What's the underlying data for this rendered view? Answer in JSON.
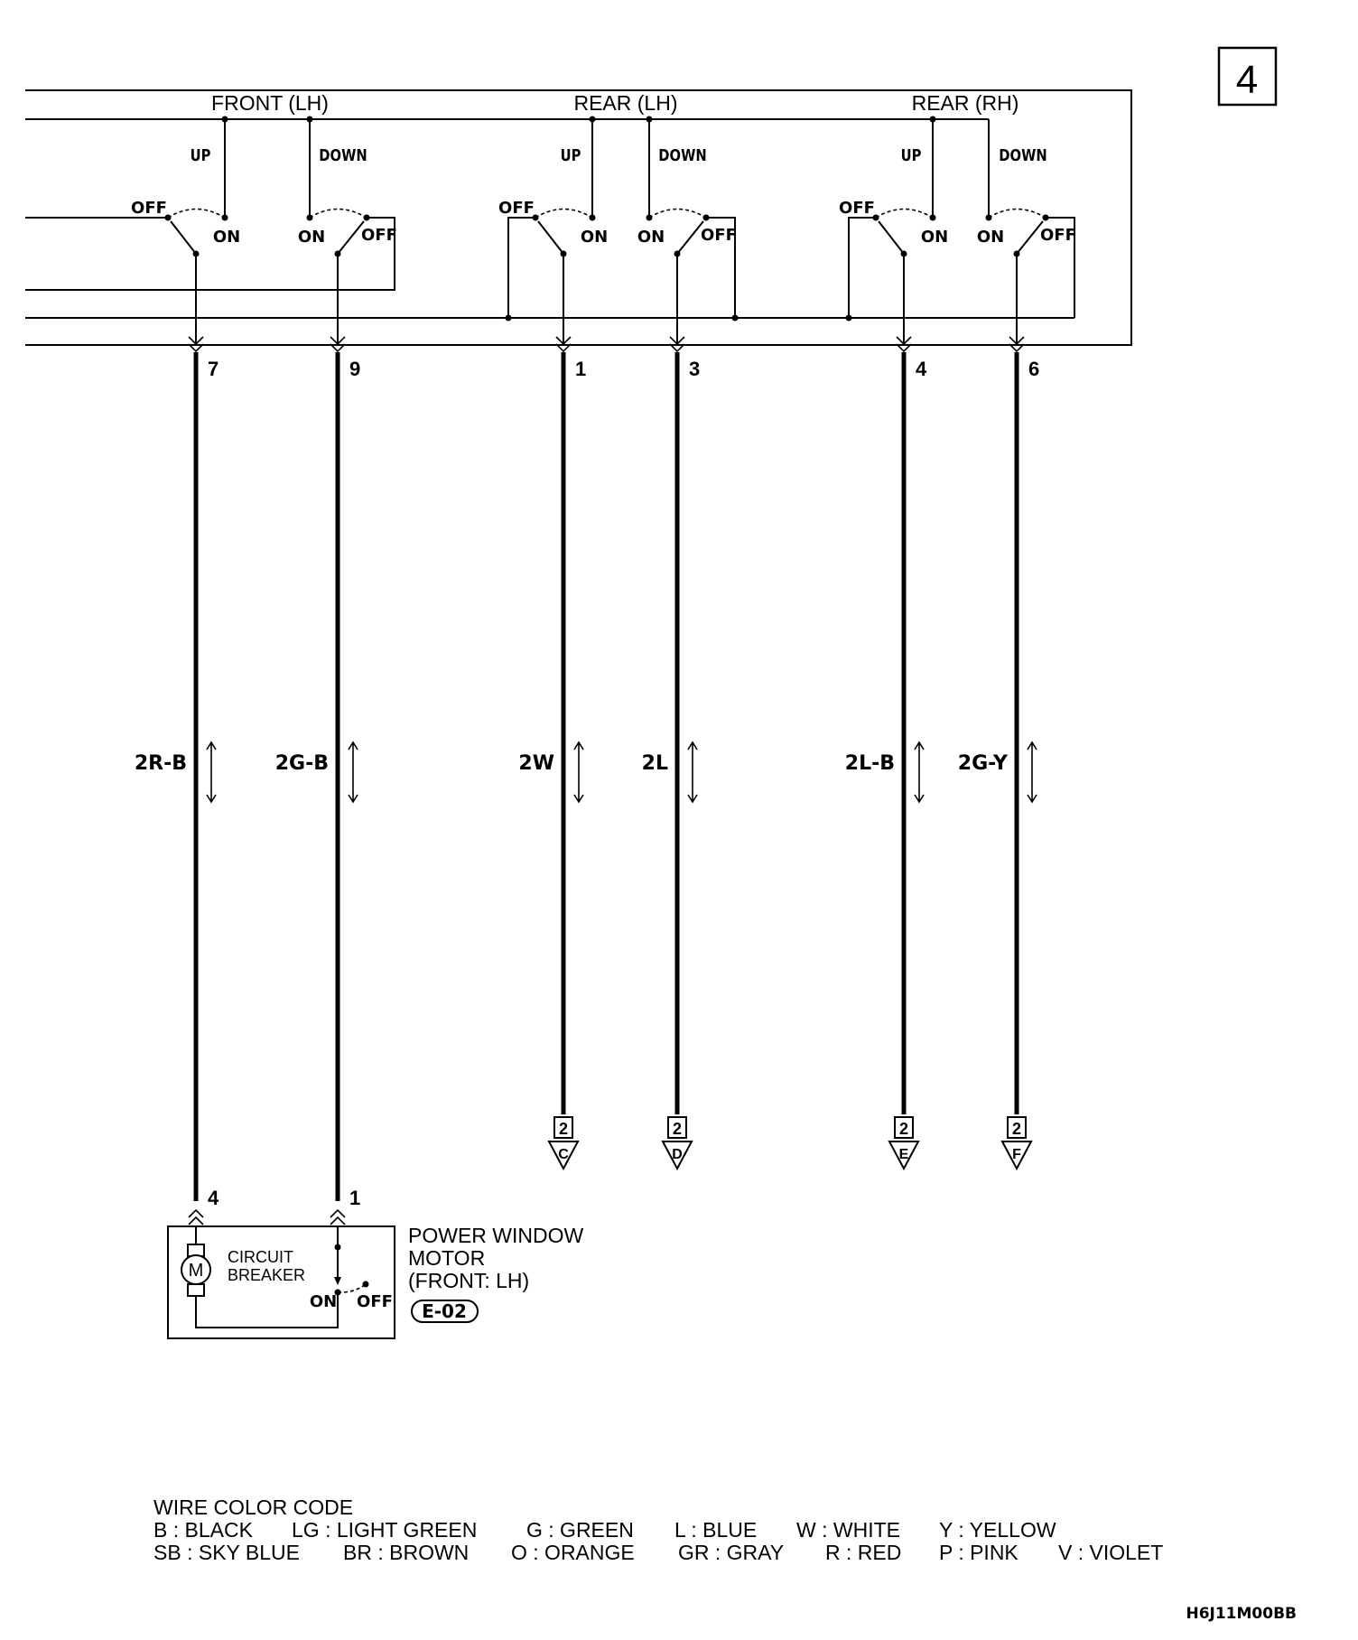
{
  "page_number": "4",
  "groups": [
    {
      "label": "FRONT (LH)",
      "up": "UP",
      "down": "DOWN"
    },
    {
      "label": "REAR (LH)",
      "up": "UP",
      "down": "DOWN"
    },
    {
      "label": "REAR (RH)",
      "up": "UP",
      "down": "DOWN"
    }
  ],
  "switch_states": {
    "on": "ON",
    "off": "OFF"
  },
  "wires": [
    {
      "pin": "7",
      "color": "2R-B",
      "end_pin": "4"
    },
    {
      "pin": "9",
      "color": "2G-B",
      "end_pin": "1"
    },
    {
      "pin": "1",
      "color": "2W",
      "connector": "2",
      "connector_letter": "C"
    },
    {
      "pin": "3",
      "color": "2L",
      "connector": "2",
      "connector_letter": "D"
    },
    {
      "pin": "4",
      "color": "2L-B",
      "connector": "2",
      "connector_letter": "E"
    },
    {
      "pin": "6",
      "color": "2G-Y",
      "connector": "2",
      "connector_letter": "F"
    }
  ],
  "motor": {
    "symbol": "M",
    "breaker_line1": "CIRCUIT",
    "breaker_line2": "BREAKER",
    "on": "ON",
    "off": "OFF",
    "title_line1": "POWER WINDOW",
    "title_line2": "MOTOR",
    "title_line3": "(FRONT: LH)",
    "connector_ref": "E-02"
  },
  "legend": {
    "title": "WIRE COLOR CODE",
    "row1": [
      "B : BLACK",
      "LG : LIGHT GREEN",
      "G : GREEN",
      "L : BLUE",
      "W : WHITE",
      "Y : YELLOW"
    ],
    "row2": [
      "SB : SKY BLUE",
      "BR : BROWN",
      "O : ORANGE",
      "GR : GRAY",
      "R : RED",
      "P : PINK",
      "V : VIOLET"
    ]
  },
  "figure_code": "H6J11M00BB"
}
